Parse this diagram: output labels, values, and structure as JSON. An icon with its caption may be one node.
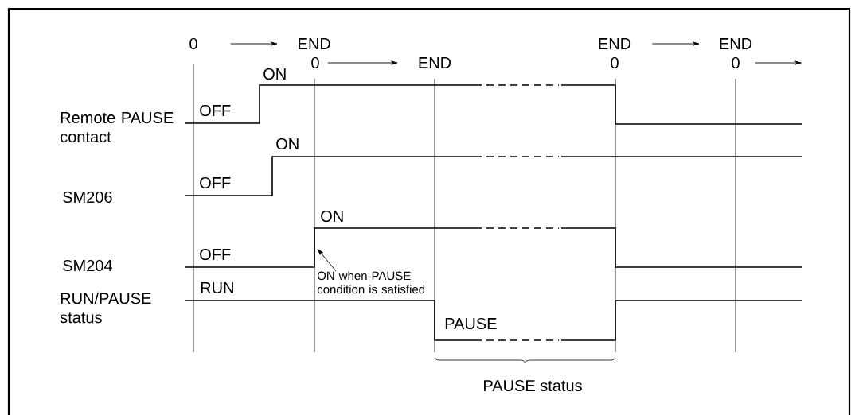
{
  "diagram": {
    "nodes": [
      {
        "text": [
          "0"
        ]
      },
      {
        "text": [
          "END"
        ]
      },
      {
        "text": [
          "END"
        ]
      },
      {
        "text": [
          "END"
        ]
      },
      {
        "text": [
          "0"
        ]
      },
      {
        "text": [
          "END"
        ]
      },
      {
        "text": [
          "0"
        ]
      },
      {
        "text": [
          "0"
        ]
      },
      {
        "text": [
          "ON when PAUSE condition is satisfied"
        ]
      }
    ],
    "edges": [
      {
        "from": 0,
        "to": 1,
        "arrow": "to"
      },
      {
        "from": 2,
        "to": 3,
        "arrow": "to"
      },
      {
        "from": 4,
        "to": 5,
        "arrow": "to"
      },
      {
        "from": 7,
        "to": null,
        "arrow": "to"
      },
      {
        "from": 8,
        "to": null,
        "arrow": "to"
      }
    ],
    "labels": [
      "ON",
      "Remote PAUSE contact",
      "OFF",
      "ON",
      "OFF",
      "SM206",
      "ON",
      "SM204",
      "OFF",
      "RUN",
      "RUN/PAUSE status",
      "PAUSE",
      "PAUSE status"
    ]
  }
}
